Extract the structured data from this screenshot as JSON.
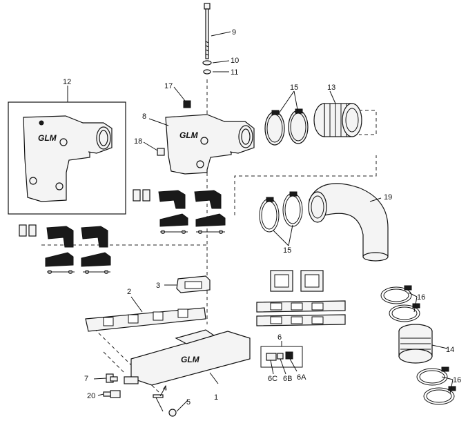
{
  "brand_text": "GLM",
  "callouts": [
    "1",
    "2",
    "3",
    "4",
    "5",
    "6",
    "6A",
    "6B",
    "6C",
    "7",
    "8",
    "9",
    "10",
    "11",
    "12",
    "13",
    "14",
    "15",
    "15",
    "16",
    "16",
    "17",
    "18",
    "19",
    "20"
  ]
}
